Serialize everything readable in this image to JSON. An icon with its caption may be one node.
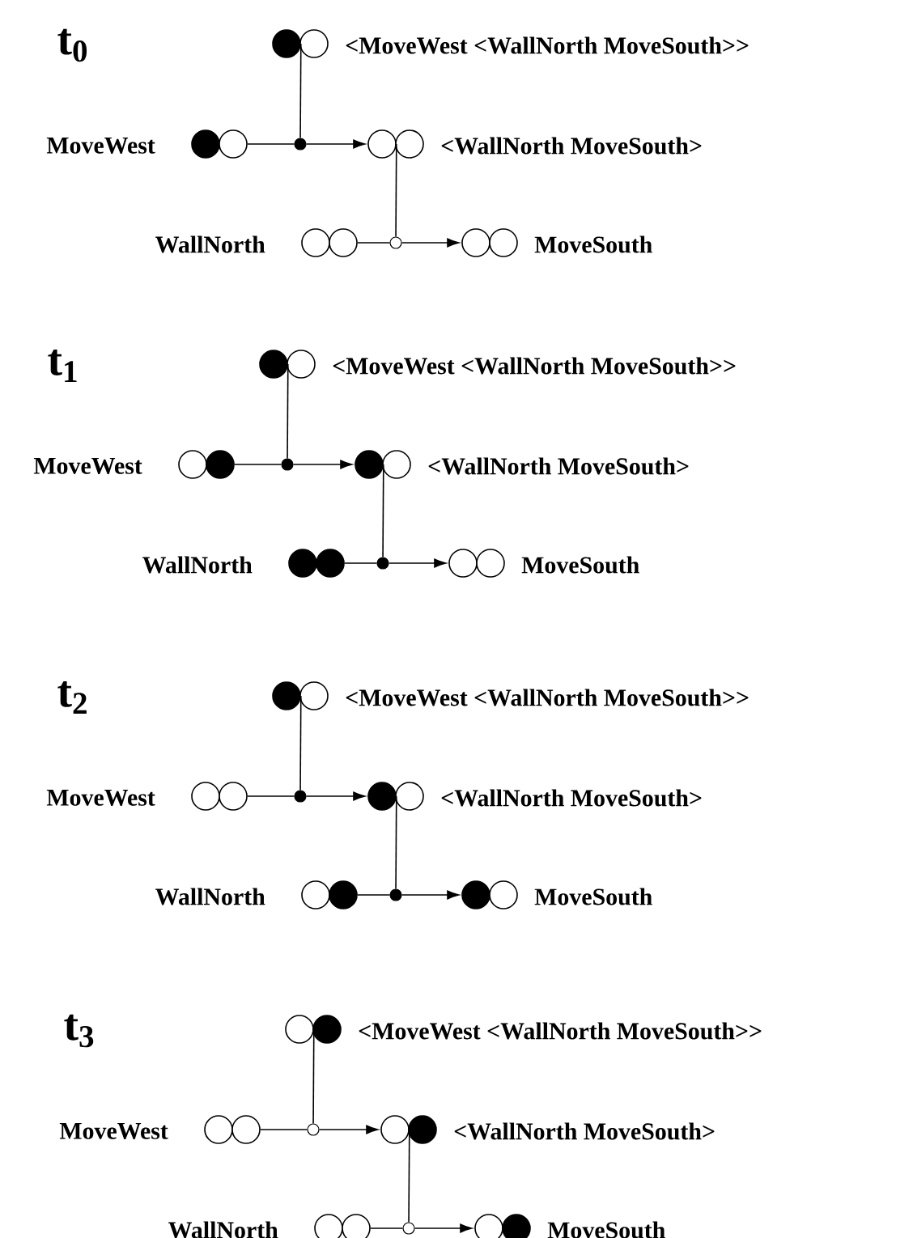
{
  "diagram": {
    "nodes": [
      {
        "text": [],
        "shape": "disc"
      },
      {
        "text": [],
        "shape": "circle",
        "beside": [
          "<MoveWest <WallNorth MoveSouth>>"
        ]
      },
      {
        "text": [],
        "shape": "disc",
        "beside": [
          "MoveWest"
        ]
      },
      {
        "text": [],
        "shape": "circle"
      },
      {
        "text": [],
        "shape": "dot"
      },
      {
        "text": [],
        "shape": "circle"
      },
      {
        "text": [],
        "shape": "circle",
        "beside": [
          "<WallNorth MoveSouth>"
        ]
      },
      {
        "text": [],
        "shape": "circle",
        "beside": [
          "WallNorth"
        ]
      },
      {
        "text": [],
        "shape": "circle"
      },
      {
        "text": [],
        "shape": "ring"
      },
      {
        "text": [],
        "shape": "circle"
      },
      {
        "text": [],
        "shape": "circle",
        "beside": [
          "MoveSouth"
        ]
      },
      {
        "text": [],
        "shape": "disc"
      },
      {
        "text": [],
        "shape": "circle",
        "beside": [
          "<MoveWest <WallNorth MoveSouth>>"
        ]
      },
      {
        "text": [],
        "shape": "circle",
        "beside": [
          "MoveWest"
        ]
      },
      {
        "text": [],
        "shape": "disc"
      },
      {
        "text": [],
        "shape": "dot"
      },
      {
        "text": [],
        "shape": "disc"
      },
      {
        "text": [],
        "shape": "circle",
        "beside": [
          "<WallNorth MoveSouth>"
        ]
      },
      {
        "text": [],
        "shape": "disc",
        "beside": [
          "WallNorth"
        ]
      },
      {
        "text": [],
        "shape": "disc"
      },
      {
        "text": [],
        "shape": "dot"
      },
      {
        "text": [],
        "shape": "circle"
      },
      {
        "text": [],
        "shape": "circle",
        "beside": [
          "MoveSouth"
        ]
      },
      {
        "text": [],
        "shape": "disc"
      },
      {
        "text": [],
        "shape": "circle",
        "beside": [
          "<MoveWest <WallNorth MoveSouth>>"
        ]
      },
      {
        "text": [],
        "shape": "circle",
        "beside": [
          "MoveWest"
        ]
      },
      {
        "text": [],
        "shape": "circle"
      },
      {
        "text": [],
        "shape": "dot"
      },
      {
        "text": [],
        "shape": "disc"
      },
      {
        "text": [],
        "shape": "circle",
        "beside": [
          "<WallNorth MoveSouth>"
        ]
      },
      {
        "text": [],
        "shape": "circle",
        "beside": [
          "WallNorth"
        ]
      },
      {
        "text": [],
        "shape": "disc"
      },
      {
        "text": [],
        "shape": "dot"
      },
      {
        "text": [],
        "shape": "disc"
      },
      {
        "text": [],
        "shape": "circle",
        "beside": [
          "MoveSouth"
        ]
      },
      {
        "text": [],
        "shape": "circle"
      },
      {
        "text": [],
        "shape": "disc",
        "beside": [
          "<MoveWest <WallNorth MoveSouth>>"
        ]
      },
      {
        "text": [],
        "shape": "circle",
        "beside": [
          "MoveWest"
        ]
      },
      {
        "text": [],
        "shape": "circle"
      },
      {
        "text": [],
        "shape": "ring"
      },
      {
        "text": [],
        "shape": "circle"
      },
      {
        "text": [],
        "shape": "disc",
        "beside": [
          "<WallNorth MoveSouth>"
        ]
      },
      {
        "text": [],
        "shape": "circle",
        "beside": [
          "WallNorth"
        ]
      },
      {
        "text": [],
        "shape": "circle"
      },
      {
        "text": [],
        "shape": "ring"
      },
      {
        "text": [],
        "shape": "circle"
      },
      {
        "text": [],
        "shape": "disc",
        "beside": [
          "MoveSouth"
        ]
      }
    ],
    "edges": [
      {
        "from": 0,
        "to": 4,
        "arrow": "none"
      },
      {
        "from": 3,
        "to": 4,
        "arrow": "none"
      },
      {
        "from": 4,
        "to": 5,
        "arrow": "to"
      },
      {
        "from": 5,
        "to": 9,
        "arrow": "none"
      },
      {
        "from": 8,
        "to": 9,
        "arrow": "none"
      },
      {
        "from": 9,
        "to": 10,
        "arrow": "to"
      },
      {
        "from": 12,
        "to": 16,
        "arrow": "none"
      },
      {
        "from": 15,
        "to": 16,
        "arrow": "none"
      },
      {
        "from": 16,
        "to": 17,
        "arrow": "to"
      },
      {
        "from": 17,
        "to": 21,
        "arrow": "none"
      },
      {
        "from": 20,
        "to": 21,
        "arrow": "none"
      },
      {
        "from": 21,
        "to": 22,
        "arrow": "to"
      },
      {
        "from": 24,
        "to": 28,
        "arrow": "none"
      },
      {
        "from": 27,
        "to": 28,
        "arrow": "none"
      },
      {
        "from": 28,
        "to": 29,
        "arrow": "to"
      },
      {
        "from": 29,
        "to": 33,
        "arrow": "none"
      },
      {
        "from": 32,
        "to": 33,
        "arrow": "none"
      },
      {
        "from": 33,
        "to": 34,
        "arrow": "to"
      },
      {
        "from": 36,
        "to": 40,
        "arrow": "none"
      },
      {
        "from": 39,
        "to": 40,
        "arrow": "none"
      },
      {
        "from": 40,
        "to": 41,
        "arrow": "to"
      },
      {
        "from": 41,
        "to": 45,
        "arrow": "none"
      },
      {
        "from": 44,
        "to": 45,
        "arrow": "none"
      },
      {
        "from": 45,
        "to": 46,
        "arrow": "to"
      }
    ],
    "labels": [
      "t$_{0}$",
      "t$_{1}$",
      "t$_{2}$",
      "t$_{3}$"
    ]
  }
}
